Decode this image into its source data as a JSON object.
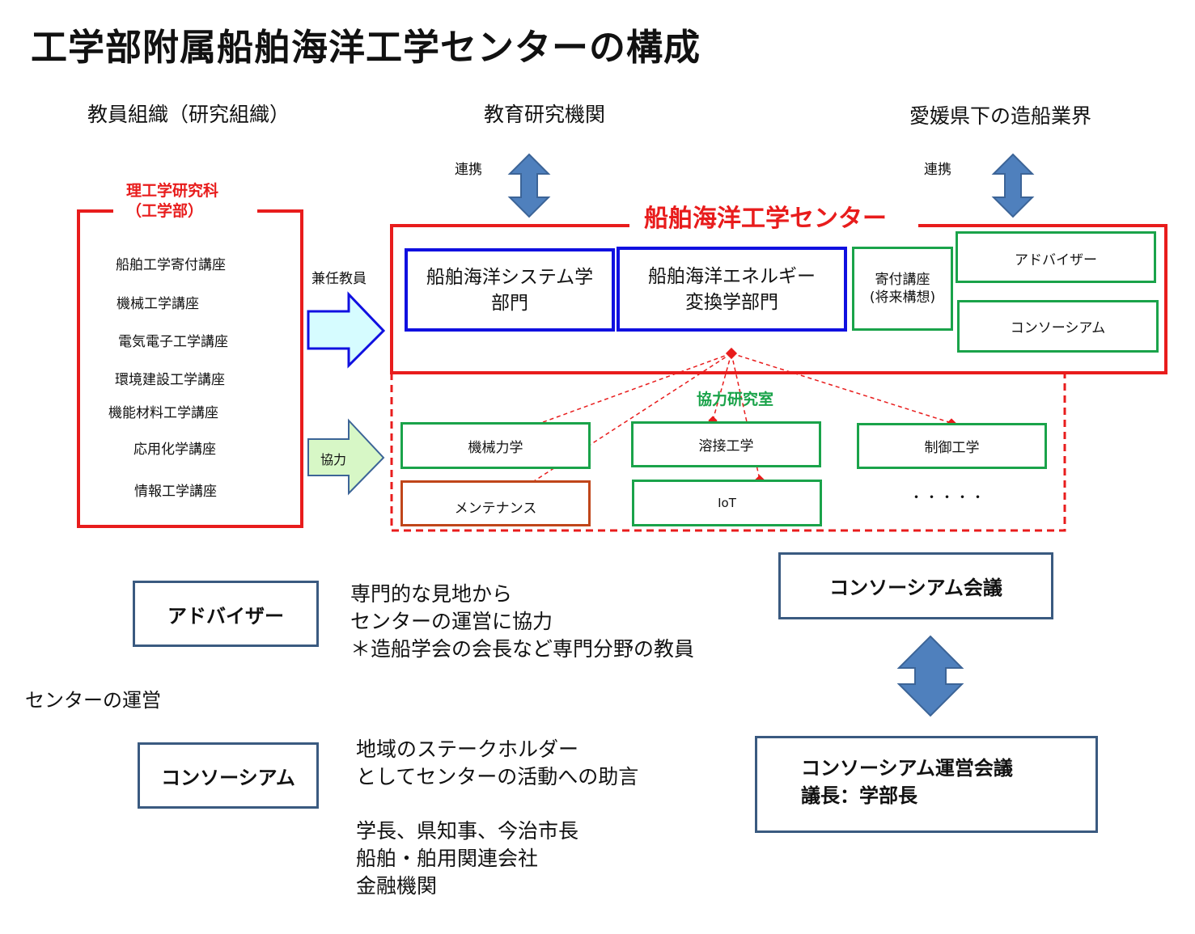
{
  "title": "工学部附属船舶海洋工学センターの構成",
  "headers": {
    "faculty": "教員組織（研究組織）",
    "institutions": "教育研究機関",
    "industry": "愛媛県下の造船業界"
  },
  "links": {
    "left": "連携",
    "right": "連携"
  },
  "faculty_box": {
    "title_line1": "理工学研究科",
    "title_line2": "（工学部）",
    "courses": [
      "船舶工学寄付講座",
      "機械工学講座",
      "電気電子工学講座",
      "環境建設工学講座",
      "機能材料工学講座",
      "応用化学講座",
      "情報工学講座"
    ]
  },
  "arrows": {
    "concurrent": "兼任教員",
    "cooperation": "協力"
  },
  "center": {
    "title": "船舶海洋工学センター",
    "dept1_line1": "船舶海洋システム学",
    "dept1_line2": "部門",
    "dept2_line1": "船舶海洋エネルギー",
    "dept2_line2": "変換学部門",
    "endowed_line1": "寄付講座",
    "endowed_line2": "(将来構想)",
    "advisor": "アドバイザー",
    "consortium": "コンソーシアム"
  },
  "labs": {
    "title": "協力研究室",
    "items": [
      "機械力学",
      "溶接工学",
      "制御工学",
      "メンテナンス",
      "IoT",
      "・・・・・"
    ]
  },
  "management": {
    "label": "センターの運営",
    "advisor_box": "アドバイザー",
    "advisor_desc": [
      "専門的な見地から",
      "センターの運営に協力",
      "＊造船学会の会長など専門分野の教員"
    ],
    "consortium_box": "コンソーシアム",
    "consortium_desc1": [
      "地域のステークホルダー",
      "としてセンターの活動への助言"
    ],
    "consortium_desc2": [
      "学長、県知事、今治市長",
      "船舶・舶用関連会社",
      "金融機関"
    ],
    "meeting": "コンソーシアム会議",
    "operating_meeting_line1": "コンソーシアム運営会議",
    "operating_meeting_line2": "議長：学部長"
  },
  "colors": {
    "red": "#e81c1c",
    "blue": "#1010e0",
    "green": "#1aa34a",
    "lab_green": "#1aa34a",
    "orange": "#c0461a",
    "navy": "#3a5a80",
    "arrow_fill": "#4f80bd",
    "cyan_fill": "#d6fcff",
    "lightgreen_fill": "#d7f7c6"
  }
}
